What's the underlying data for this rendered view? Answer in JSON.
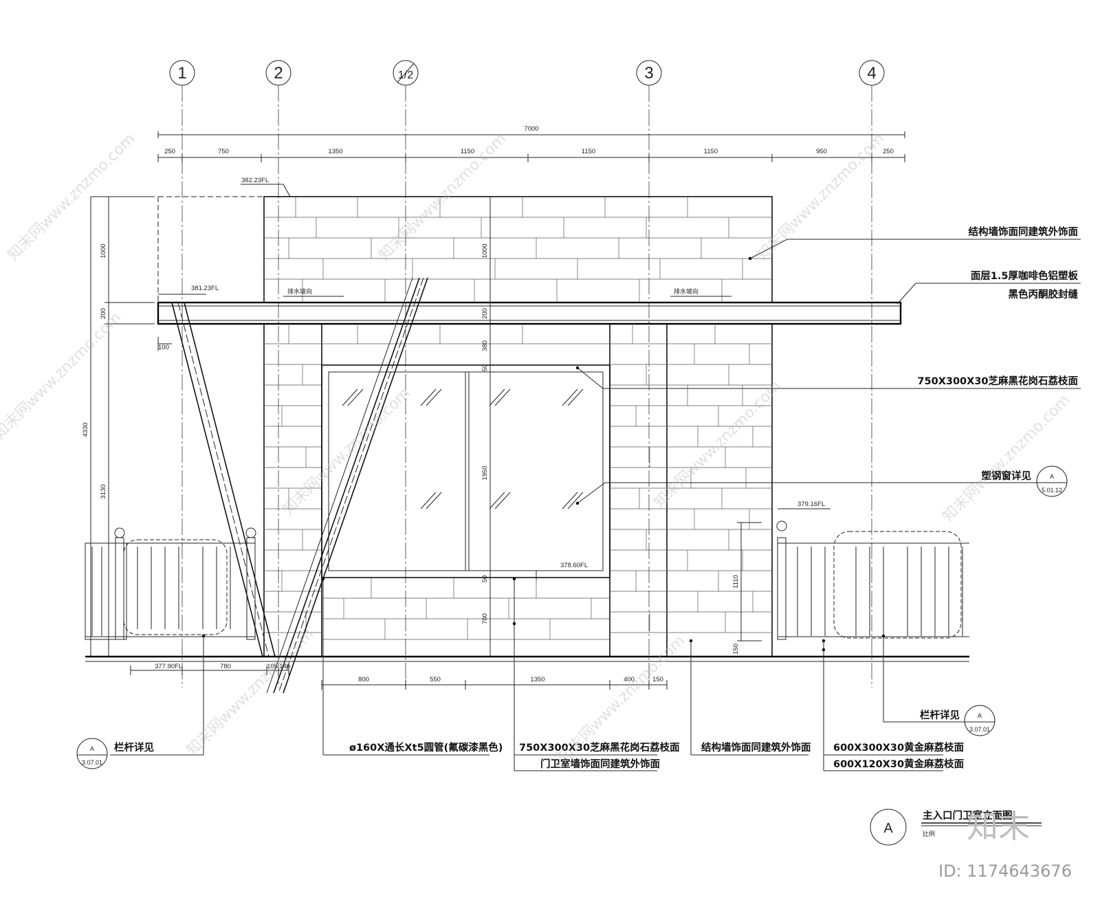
{
  "axes": [
    "1",
    "2",
    "1/2",
    "3",
    "4"
  ],
  "top_dimensions": {
    "total": "7000",
    "segments": [
      "250",
      "750",
      "1350",
      "1150",
      "1150",
      "1150",
      "950",
      "250"
    ]
  },
  "levels": {
    "roof_top": "382.23FL",
    "canopy": "381.23FL",
    "sill": "378.60FL",
    "railing_right": "379.16FL",
    "ground": "377.90FL"
  },
  "left_dimensions": [
    "1000",
    "200",
    "100",
    "4330",
    "3130"
  ],
  "inner_dimensions": [
    "1000",
    "200",
    "380",
    "50",
    "1950",
    "50",
    "700",
    "1110",
    "150"
  ],
  "drainage_label": "排水坡向",
  "bottom_left_dimensions": [
    "780",
    "105",
    "140"
  ],
  "bottom_dimensions": [
    "800",
    "550",
    "1350",
    "400",
    "150"
  ],
  "notes_right": [
    "结构墙饰面同建筑外饰面",
    "面层1.5厚咖啡色铝塑板",
    "黑色丙酮胶封缝",
    "750X300X30芝麻黑花岗石荔枝面",
    "塑钢窗详见"
  ],
  "notes_bottom": [
    "栏杆详见",
    "ø160X通长Xt5圆管(氟碳漆黑色)",
    "750X300X30芝麻黑花岗石荔枝面",
    "门卫室墙饰面同建筑外饰面",
    "结构墙饰面同建筑外饰面",
    "600X300X30黄金麻荔枝面",
    "600X120X30黄金麻荔枝面",
    "栏杆详见"
  ],
  "detail_refs": {
    "window": {
      "letter": "A",
      "sheet": "5.01.12"
    },
    "railing_left": {
      "letter": "A",
      "sheet": "3.07.01"
    },
    "railing_right": {
      "letter": "A",
      "sheet": "3.07.01"
    }
  },
  "title_block": {
    "letter": "A",
    "title": "主入口门卫室立面图",
    "scale_label": "比例"
  },
  "watermark": {
    "text": "知末网www.znzmo.com",
    "logo": "知末",
    "id": "ID: 1174643676"
  }
}
